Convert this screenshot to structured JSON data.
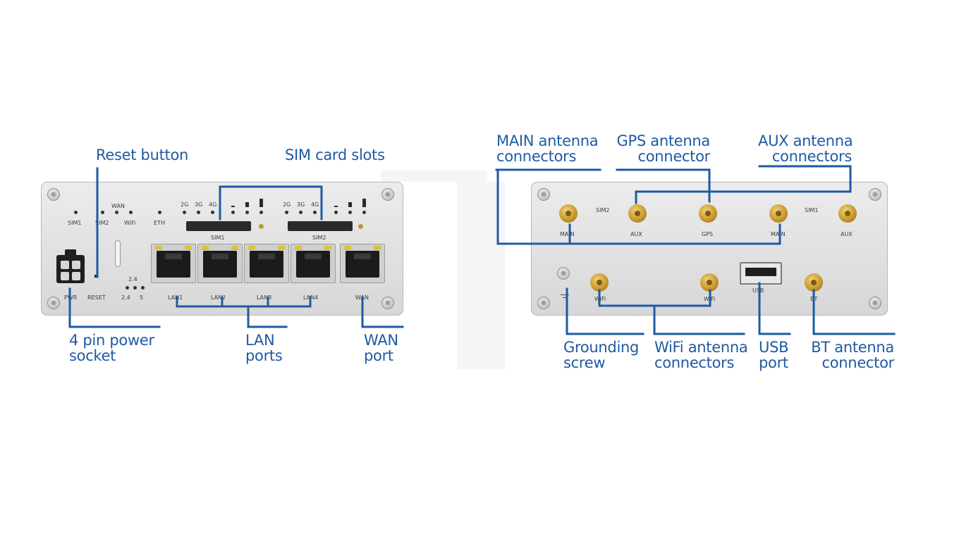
{
  "colors": {
    "callout": "#1f5aa3",
    "panel": "#dcdcdc",
    "sma_gold": "#c99a2c"
  },
  "callouts": {
    "reset_button": "Reset button",
    "sim_card_slots": "SIM card slots",
    "power_socket": "4 pin power\nsocket",
    "lan_ports": "LAN\nports",
    "wan_port": "WAN\nport",
    "main_antenna": "MAIN antenna\nconnectors",
    "gps_antenna": "GPS antenna\nconnector",
    "aux_antenna": "AUX antenna\nconnectors",
    "grounding_screw": "Grounding\nscrew",
    "wifi_antenna": "WiFi antenna\nconnectors",
    "usb_port": "USB\nport",
    "bt_antenna": "BT antenna\nconnector"
  },
  "front_panel": {
    "led_labels": {
      "sim1": "SIM1",
      "sim2": "SIM2",
      "wan": "WAN",
      "wifi": "WiFi",
      "eth": "ETH",
      "n2g_a": "2G",
      "n3g_a": "3G",
      "n4g_a": "4G",
      "n2g_b": "2G",
      "n3g_b": "3G",
      "n4g_b": "4G",
      "pwr": "PWR",
      "reset": "RESET",
      "b24_top": "2.4",
      "b24": "2.4",
      "b5": "5"
    },
    "sim_labels": {
      "sim1": "SIM1",
      "sim2": "SIM2"
    },
    "port_labels": {
      "lan1": "LAN1",
      "lan2": "LAN2",
      "lan3": "LAN3",
      "lan4": "LAN4",
      "wan": "WAN"
    }
  },
  "rear_panel": {
    "labels": {
      "sim2": "SIM2",
      "sim1": "SIM1",
      "main1": "MAIN",
      "aux1": "AUX",
      "gps": "GPS",
      "main2": "MAIN",
      "aux2": "AUX",
      "wifi1": "WiFi",
      "wifi2": "WiFi",
      "usb": "USB",
      "bt": "BT"
    }
  }
}
